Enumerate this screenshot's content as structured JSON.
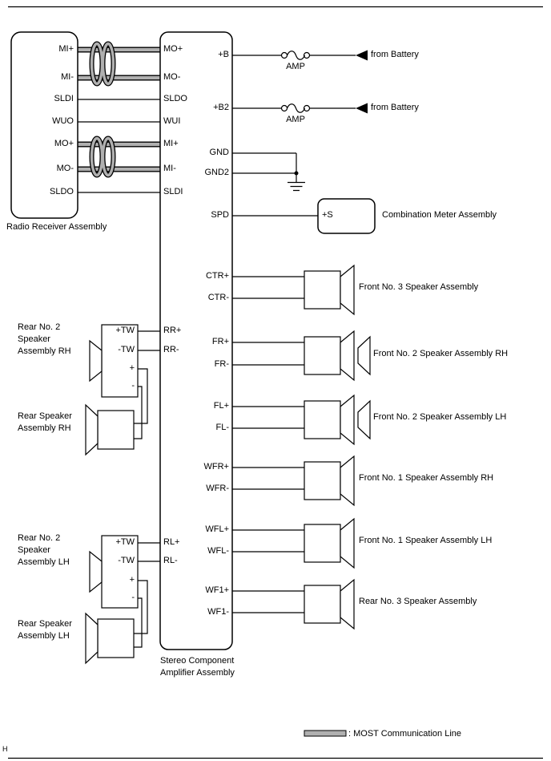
{
  "page": {
    "marker": "H"
  },
  "radio": {
    "label": "Radio Receiver Assembly",
    "pins": [
      "MI+",
      "MI-",
      "SLDI",
      "WUO",
      "MO+",
      "MO-",
      "SLDO"
    ]
  },
  "amplifier": {
    "label_line1": "Stereo Component",
    "label_line2": "Amplifier Assembly",
    "left_pins": [
      "MO+",
      "MO-",
      "SLDO",
      "WUI",
      "MI+",
      "MI-",
      "SLDI",
      "RR+",
      "RR-",
      "RL+",
      "RL-"
    ],
    "right_pins": [
      "+B",
      "+B2",
      "GND",
      "GND2",
      "SPD",
      "CTR+",
      "CTR-",
      "FR+",
      "FR-",
      "FL+",
      "FL-",
      "WFR+",
      "WFR-",
      "WFL+",
      "WFL-",
      "WF1+",
      "WF1-"
    ]
  },
  "power": {
    "fuse1": "AMP",
    "fuse2": "AMP",
    "source1": "from Battery",
    "source2": "from Battery"
  },
  "meter": {
    "pin": "+S",
    "label": "Combination Meter Assembly"
  },
  "speakers": {
    "ctr": "Front No. 3 Speaker Assembly",
    "fr": "Front No. 2 Speaker Assembly RH",
    "fl": "Front No. 2 Speaker Assembly LH",
    "wfr": "Front No. 1 Speaker Assembly RH",
    "wfl": "Front No. 1 Speaker Assembly LH",
    "wf1": "Rear No. 3 Speaker Assembly"
  },
  "rear_no2_rh": {
    "label": [
      "Rear No. 2",
      "Speaker",
      "Assembly RH"
    ],
    "pins": [
      "+TW",
      "-TW",
      "+",
      "-"
    ]
  },
  "rear_spk_rh": {
    "label": [
      "Rear Speaker",
      "Assembly RH"
    ]
  },
  "rear_no2_lh": {
    "label": [
      "Rear No. 2",
      "Speaker",
      "Assembly LH"
    ],
    "pins": [
      "+TW",
      "-TW",
      "+",
      "-"
    ]
  },
  "rear_spk_lh": {
    "label": [
      "Rear Speaker",
      "Assembly LH"
    ]
  },
  "legend": {
    "most_label": ": MOST Communication Line"
  },
  "colors": {
    "wire": "#000000",
    "most_line": "#b0b0b0",
    "background": "#ffffff"
  }
}
